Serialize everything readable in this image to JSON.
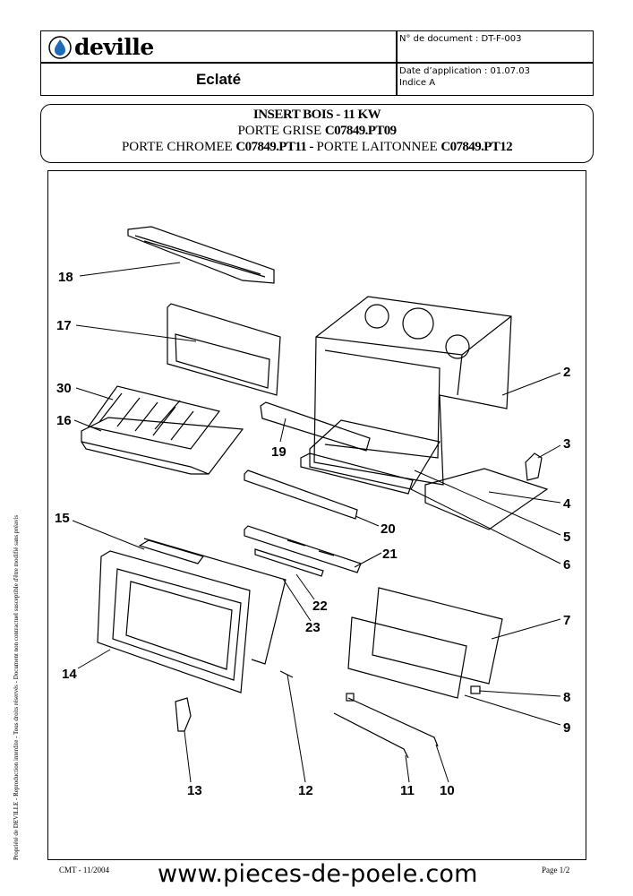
{
  "header": {
    "logo_text": "deville",
    "doc_number": "N° de document : DT-F-003",
    "title": "Eclaté",
    "date_line": "Date d’application : 01.07.03",
    "index_line": "Indice A"
  },
  "title_box": {
    "line1": "INSERT BOIS - 11 KW",
    "line2_prefix": "PORTE GRISE ",
    "line2_ref": "C07849.PT09",
    "line3_prefix1": "PORTE CHROMEE ",
    "line3_ref1": "C07849.PT11 -",
    "line3_prefix2": " PORTE LAITONNEE ",
    "line3_ref2": "C07849.PT12"
  },
  "side_text": "Propriété de DEVILLE - Reproduction interdite - Tous droits réservés - Document non contractuel susceptible d'être modifié sans préavis",
  "part_numbers": [
    "18",
    "17",
    "30",
    "16",
    "15",
    "14",
    "19",
    "2",
    "3",
    "4",
    "5",
    "6",
    "20",
    "21",
    "22",
    "23",
    "7",
    "8",
    "9",
    "13",
    "12",
    "11",
    "10"
  ],
  "footer": {
    "left": "CMT - 11/2004",
    "website": "www.pieces-de-poele.com",
    "right": "Page 1/2"
  },
  "colors": {
    "logo_blue": "#1e6bb8"
  }
}
